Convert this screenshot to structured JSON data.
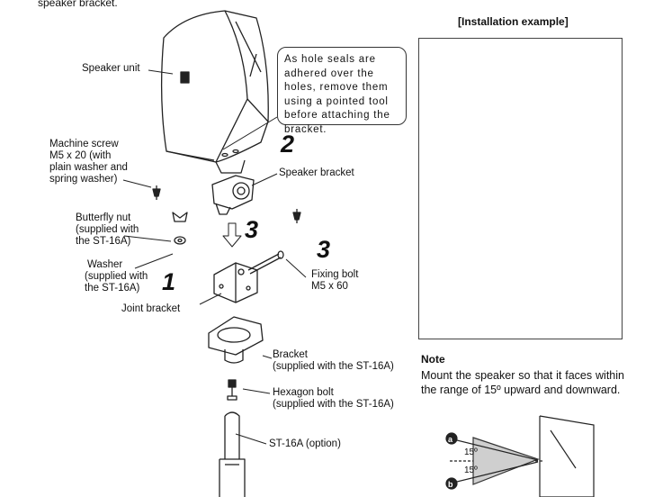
{
  "header": {
    "top_text": "speaker bracket."
  },
  "callout": {
    "text": "As hole seals are adhered over the holes, remove them using a pointed tool before attaching the bracket."
  },
  "labels": {
    "speaker_unit": "Speaker unit",
    "machine_screw": [
      "Machine screw",
      "M5 x 20 (with",
      "plain washer and",
      "spring washer)"
    ],
    "speaker_bracket": "Speaker bracket",
    "butterfly_nut": [
      "Butterfly nut",
      "(supplied with",
      "the ST-16A)"
    ],
    "washer": [
      "Washer",
      "(supplied with",
      "the ST-16A)"
    ],
    "fixing_bolt": [
      "Fixing bolt",
      "M5 x 60"
    ],
    "joint_bracket": "Joint bracket",
    "bracket": [
      "Bracket",
      "(supplied with the ST-16A)"
    ],
    "hexagon_bolt": [
      "Hexagon bolt",
      "(supplied with the ST-16A)"
    ],
    "st16a": "ST-16A (option)"
  },
  "steps": {
    "one": "1",
    "two": "2",
    "three_a": "3",
    "three_b": "3"
  },
  "installation": {
    "title": "[Installation example]"
  },
  "note": {
    "heading": "Note",
    "body": "Mount the speaker so that it faces within the range of 15º upward and downward."
  },
  "angle_diagram": {
    "marker_a": "a",
    "marker_b": "b",
    "angle_up": "15º",
    "angle_down": "15º"
  }
}
